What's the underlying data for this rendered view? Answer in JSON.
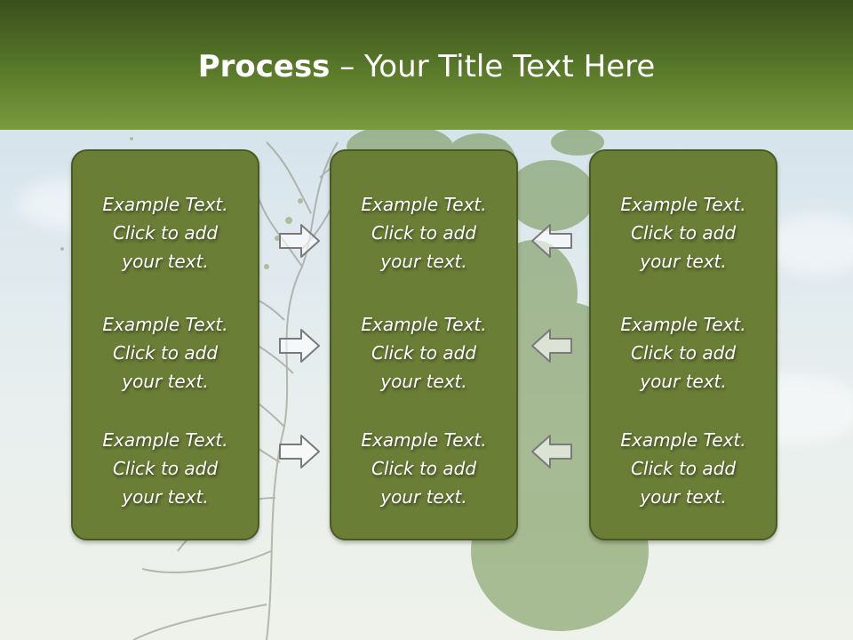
{
  "slide": {
    "title_bold": "Process",
    "title_rest": " – Your Title Text Here"
  },
  "columns": [
    {
      "items": [
        {
          "line1": "Example Text.",
          "line2": "Click  to add",
          "line3": "your text."
        },
        {
          "line1": "Example Text.",
          "line2": "Click  to add",
          "line3": "your text."
        },
        {
          "line1": "Example Text.",
          "line2": "Click  to add",
          "line3": "your text."
        }
      ]
    },
    {
      "items": [
        {
          "line1": "Example Text.",
          "line2": "Click  to add",
          "line3": "your text."
        },
        {
          "line1": "Example Text.",
          "line2": "Click  to add",
          "line3": "your text."
        },
        {
          "line1": "Example Text.",
          "line2": "Click  to add",
          "line3": "your text."
        }
      ]
    },
    {
      "items": [
        {
          "line1": "Example Text.",
          "line2": "Click  to add",
          "line3": "your text."
        },
        {
          "line1": "Example Text.",
          "line2": "Click  to add",
          "line3": "your text."
        },
        {
          "line1": "Example Text.",
          "line2": "Click  to add",
          "line3": "your text."
        }
      ]
    }
  ],
  "icons": {
    "left_arrows": "arrow-right-icon",
    "right_arrows": "arrow-left-icon"
  },
  "colors": {
    "header_dark": "#3a4f1c",
    "header_light": "#7a9a3e",
    "box_fill": "#6a7e36",
    "box_border": "#4a5a22"
  }
}
